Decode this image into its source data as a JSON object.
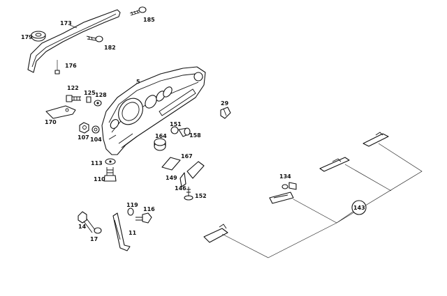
{
  "labels": {
    "p173": "173",
    "p185": "185",
    "p179": "179",
    "p182": "182",
    "p176": "176",
    "p5": "5",
    "p122": "122",
    "p125": "125",
    "p128": "128",
    "p170": "170",
    "p29": "29",
    "p107": "107",
    "p104": "104",
    "p151": "151",
    "p158": "158",
    "p164": "164",
    "p167": "167",
    "p113": "113",
    "p110": "110",
    "p149": "149",
    "p146": "146",
    "p152": "152",
    "p134": "134",
    "p143": "143",
    "p119": "119",
    "p116": "116",
    "p14": "14",
    "p17": "17",
    "p11": "11"
  },
  "colors": {
    "line": "#111111",
    "background": "#ffffff"
  }
}
